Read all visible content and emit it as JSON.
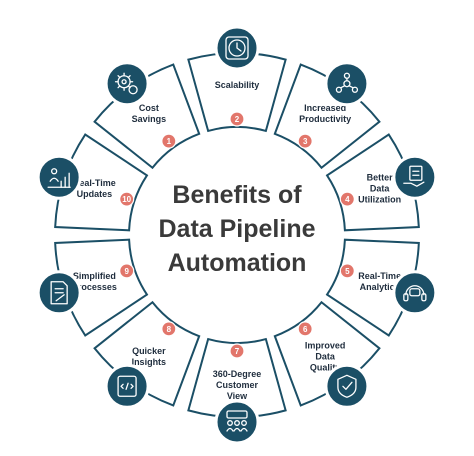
{
  "title": {
    "line1": "Benefits of",
    "line2": "Data Pipeline",
    "line3": "Automation"
  },
  "colors": {
    "ring": "#1b4f66",
    "badge": "#e2766b",
    "icon_fill": "#1b4f66",
    "text": "#1f2d3d"
  },
  "segments": [
    {
      "num": "1",
      "lines": [
        "Cost",
        "Savings"
      ],
      "icon": "gears-icon"
    },
    {
      "num": "2",
      "lines": [
        "Scalability"
      ],
      "icon": "settings-clock-icon"
    },
    {
      "num": "3",
      "lines": [
        "Increased",
        "Productivity"
      ],
      "icon": "network-people-icon"
    },
    {
      "num": "4",
      "lines": [
        "Better",
        "Data",
        "Utilization"
      ],
      "icon": "data-hand-icon"
    },
    {
      "num": "5",
      "lines": [
        "Real-Time",
        "Analytics"
      ],
      "icon": "headset-chat-icon"
    },
    {
      "num": "6",
      "lines": [
        "Improved",
        "Data",
        "Quality"
      ],
      "icon": "shield-check-icon"
    },
    {
      "num": "7",
      "lines": [
        "360-Degree",
        "Customer",
        "View"
      ],
      "icon": "customer-group-icon"
    },
    {
      "num": "8",
      "lines": [
        "Quicker",
        "Insights"
      ],
      "icon": "insight-code-icon"
    },
    {
      "num": "9",
      "lines": [
        "Simplified",
        "Processes"
      ],
      "icon": "document-pen-icon"
    },
    {
      "num": "10",
      "lines": [
        "Real-Time",
        "Updates"
      ],
      "icon": "people-chart-icon"
    }
  ]
}
